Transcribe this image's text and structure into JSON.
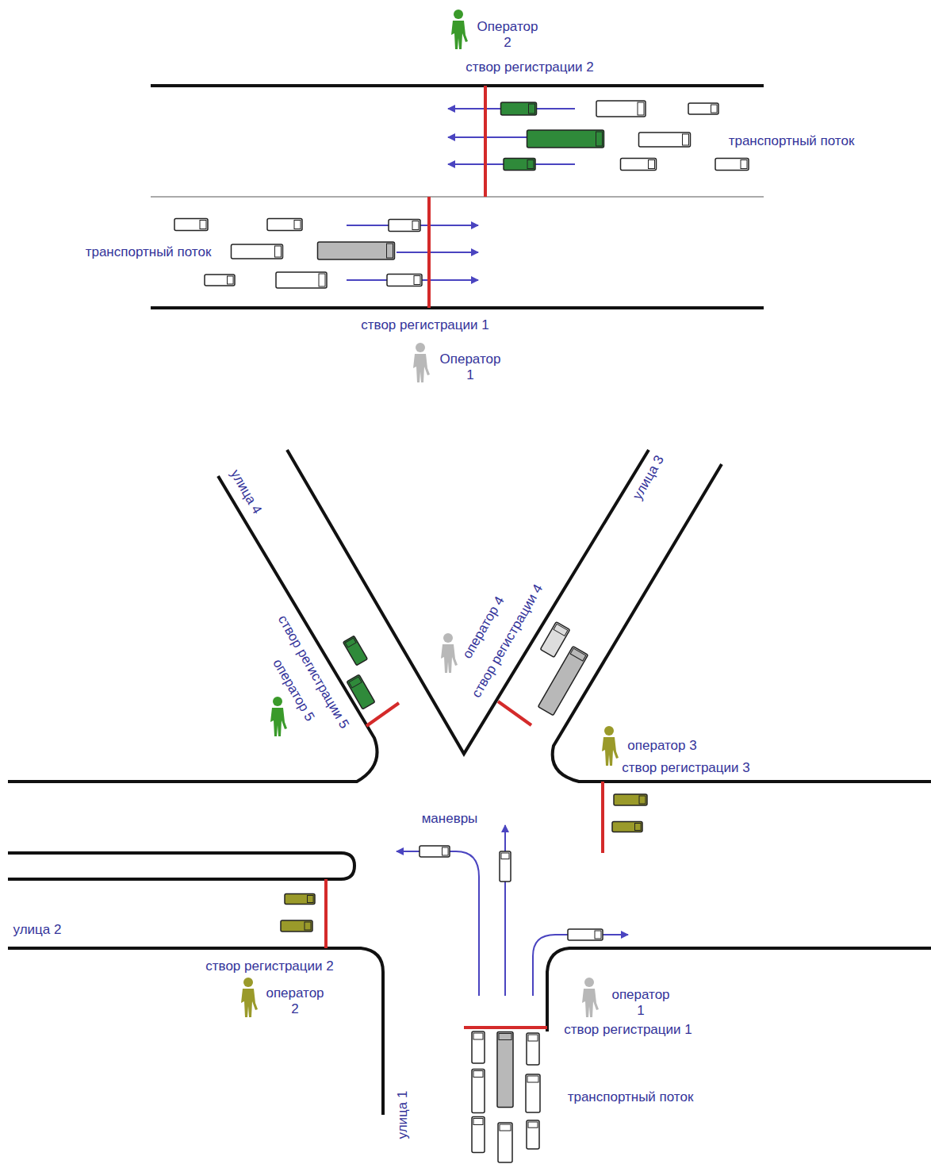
{
  "diagram": {
    "labels": [
      "Оператор 2",
      "створ регистрации 2",
      "транспортный поток",
      "транспортный поток",
      "створ регистрации 1",
      "Оператор 1",
      "улица 4",
      "улица 3",
      "створ регистрации 5",
      "оператор 5",
      "оператор 4",
      "створ регистрации 4",
      "оператор 3",
      "створ регистрации 3",
      "маневры",
      "улица 2",
      "створ регистрации 2",
      "оператор 2",
      "оператор 1",
      "створ регистрации 1",
      "транспортный поток",
      "улица 1"
    ]
  }
}
